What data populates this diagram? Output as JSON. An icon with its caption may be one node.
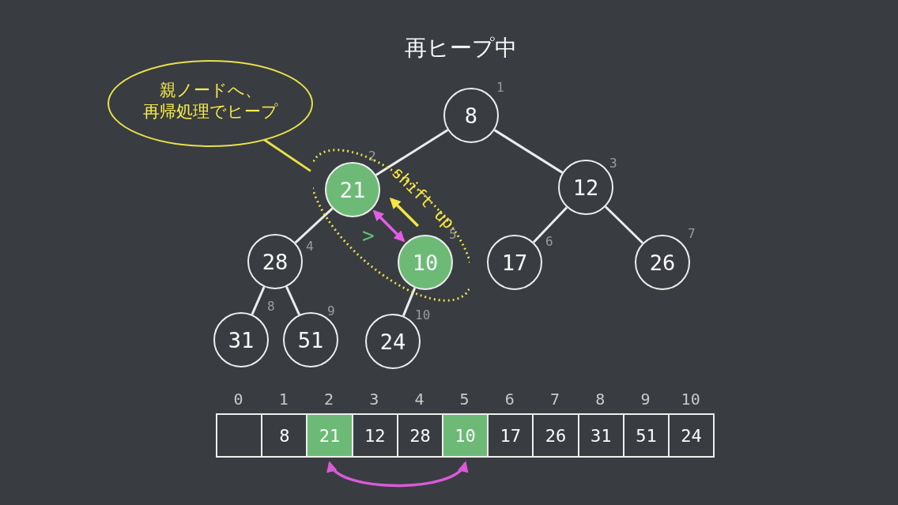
{
  "diagram": {
    "title": "再ヒープ中",
    "nodes": [
      {
        "text": [
          "親ノードへ、再帰処理でヒープ"
        ]
      },
      {
        "text": [
          "8"
        ],
        "beside": [
          "1"
        ]
      },
      {
        "text": [],
        "shape": "ellipse"
      },
      {
        "text": [
          "21"
        ],
        "in": 2,
        "beside": [
          "2"
        ]
      },
      {
        "text": [
          "12"
        ],
        "beside": [
          "3"
        ]
      },
      {
        "text": [
          "28"
        ],
        "beside": [
          "4"
        ]
      },
      {
        "text": [
          "10"
        ],
        "in": 2,
        "beside": [
          "5"
        ]
      },
      {
        "text": [
          "17"
        ],
        "beside": [
          "6"
        ]
      },
      {
        "text": [
          "26"
        ],
        "beside": [
          "7"
        ]
      },
      {
        "text": [
          "31"
        ],
        "beside": [
          "8"
        ]
      },
      {
        "text": [
          "51"
        ],
        "beside": [
          "9"
        ]
      },
      {
        "text": [
          "24"
        ],
        "beside": [
          "10"
        ]
      },
      {
        "text": [],
        "shape": "box"
      },
      {
        "text": [
          "8"
        ]
      },
      {
        "text": [
          "21"
        ]
      },
      {
        "text": [
          "12"
        ]
      },
      {
        "text": [
          "28"
        ]
      },
      {
        "text": [
          "10"
        ]
      },
      {
        "text": [
          "17"
        ]
      },
      {
        "text": [
          "26"
        ]
      },
      {
        "text": [
          "31"
        ]
      },
      {
        "text": [
          "51"
        ]
      },
      {
        "text": [
          "24"
        ]
      }
    ],
    "edges": [
      {
        "from": 1,
        "to": 3,
        "arrow": "none"
      },
      {
        "from": 1,
        "to": 4,
        "arrow": "none"
      },
      {
        "from": 3,
        "to": 5,
        "arrow": "none"
      },
      {
        "from": 4,
        "to": 7,
        "arrow": "none"
      },
      {
        "from": 4,
        "to": 8,
        "arrow": "none"
      },
      {
        "from": 5,
        "to": 9,
        "arrow": "none"
      },
      {
        "from": 5,
        "to": 10,
        "arrow": "none"
      },
      {
        "from": 6,
        "to": 11,
        "arrow": "none"
      },
      {
        "from": 0,
        "to": 2,
        "arrow": "none",
        "color": "#e8e04a"
      },
      {
        "from": 6,
        "to": 3,
        "arrow": "to",
        "label": "shift up",
        "color": "#f5e642"
      },
      {
        "from": 3,
        "to": 6,
        "arrow": "both",
        "label": ">",
        "color": "#e35de6"
      },
      {
        "from": 14,
        "to": 17,
        "arrow": "both",
        "color": "#d85ad8"
      }
    ],
    "labels": [
      "0",
      "1",
      "2",
      "3",
      "4",
      "5",
      "6",
      "7",
      "8",
      "9",
      "10"
    ]
  }
}
